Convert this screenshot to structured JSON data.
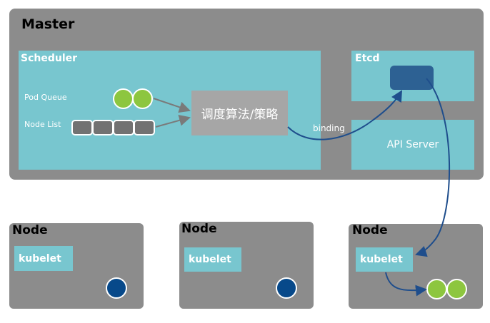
{
  "master": {
    "title": "Master"
  },
  "scheduler": {
    "title": "Scheduler",
    "pod_queue_label": "Pod Queue",
    "node_list_label": "Node List",
    "algorithm_label": "调度算法/策略"
  },
  "etcd": {
    "title": "Etcd"
  },
  "api_server": {
    "label": "API Server"
  },
  "binding_label": "binding",
  "nodes": [
    {
      "title": "Node",
      "kubelet": "kubelet"
    },
    {
      "title": "Node",
      "kubelet": "kubelet"
    },
    {
      "title": "Node",
      "kubelet": "kubelet"
    }
  ],
  "colors": {
    "master_bg": "#8c8c8c",
    "panel_teal": "#78c6cf",
    "pod_green": "#8dc63f",
    "dark_blue": "#07498a",
    "arrow_blue": "#1f4e8c",
    "algo_gray": "#a6a6a6"
  }
}
